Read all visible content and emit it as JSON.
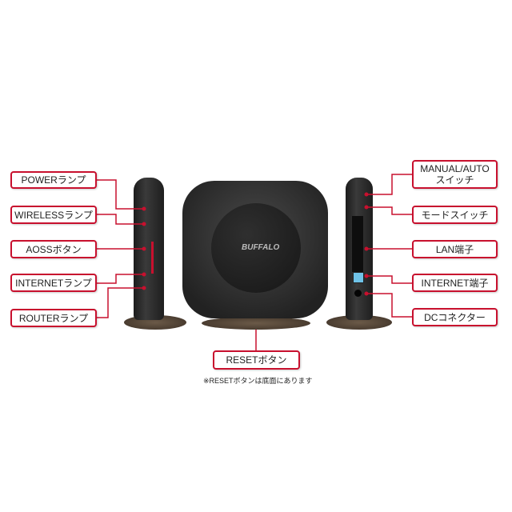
{
  "left_labels": [
    "POWERランプ",
    "WIRELESSランプ",
    "AOSSボタン",
    "INTERNETランプ",
    "ROUTERランプ"
  ],
  "right_labels": [
    "MANUAL/AUTO",
    "スイッチ",
    "モードスイッチ",
    "LAN端子",
    "INTERNET端子",
    "DCコネクター"
  ],
  "reset_label": "RESETボタン",
  "reset_note": "※RESETボタンは底面にあります",
  "brand_logo": "BUFFALO",
  "accent_color": "#c8102e"
}
